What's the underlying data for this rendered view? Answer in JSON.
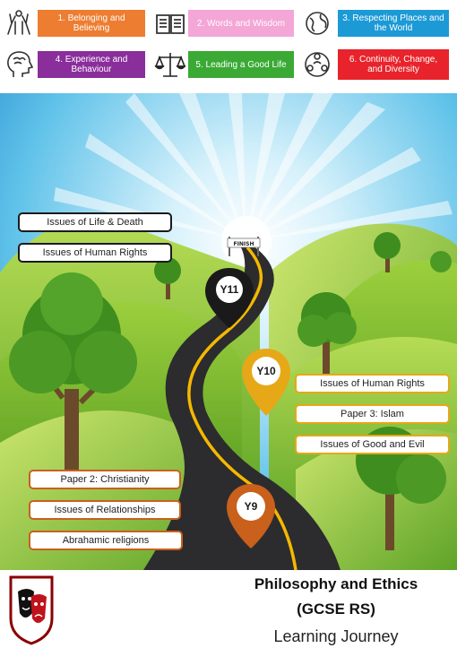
{
  "legend": [
    {
      "label": "1. Belonging and Believing",
      "color": "#ed7d31",
      "icon": "hands-icon"
    },
    {
      "label": "2. Words and Wisdom",
      "color": "#f4a6d7",
      "icon": "book-icon"
    },
    {
      "label": "3. Respecting Places and the World",
      "color": "#1c9ad6",
      "icon": "globe-icon"
    },
    {
      "label": "4. Experience and Behaviour",
      "color": "#8a2e9b",
      "icon": "head-icon"
    },
    {
      "label": "5. Leading a Good Life",
      "color": "#3aaa35",
      "icon": "scales-icon"
    },
    {
      "label": "6. Continuity, Change, and Diversity",
      "color": "#e8232b",
      "icon": "people-icon"
    }
  ],
  "journey": {
    "finish_sign": "FINISH",
    "y11": {
      "label": "Y11",
      "topics": [
        "Issues of Life & Death",
        "Issues of Human Rights"
      ],
      "color": "#1a1a1a"
    },
    "y10": {
      "label": "Y10",
      "topics": [
        "Issues of Human Rights",
        "Paper 3: Islam",
        "Issues of Good and Evil"
      ],
      "color": "#e6a817"
    },
    "y9": {
      "label": "Y9",
      "topics": [
        "Paper 2: Christianity",
        "Issues of Relationships",
        "Abrahamic religions"
      ],
      "color": "#c9601c"
    }
  },
  "footer": {
    "title_line1": "Philosophy and Ethics",
    "title_line2": "(GCSE RS)",
    "subtitle": "Learning Journey",
    "logo_icon": "theatre-masks-icon"
  }
}
